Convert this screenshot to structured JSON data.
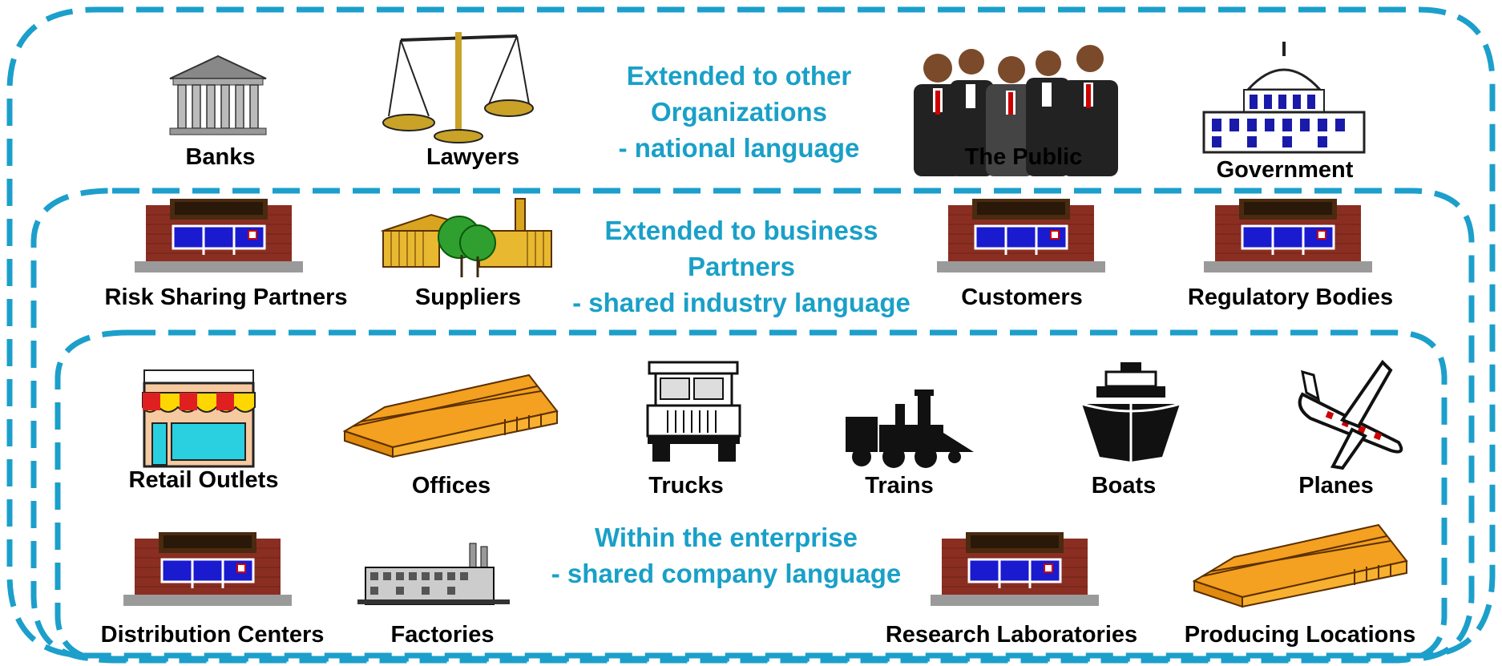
{
  "colors": {
    "dash": "#1c9fcb",
    "caption": "#19a0c8",
    "label": "#000000"
  },
  "tiers": {
    "outer": {
      "caption": [
        "Extended to other",
        "Organizations",
        "- national language"
      ],
      "items": [
        {
          "label": "Banks",
          "icon": "bank-icon"
        },
        {
          "label": "Lawyers",
          "icon": "scales-icon"
        },
        {
          "label": "The Public",
          "icon": "people-icon"
        },
        {
          "label": "Government",
          "icon": "capitol-icon"
        }
      ]
    },
    "middle": {
      "caption": [
        "Extended to business",
        "Partners",
        "- shared industry language"
      ],
      "items": [
        {
          "label": "Risk Sharing Partners",
          "icon": "storefront-icon"
        },
        {
          "label": "Suppliers",
          "icon": "factory-with-trees-icon"
        },
        {
          "label": "Customers",
          "icon": "storefront-icon"
        },
        {
          "label": "Regulatory Bodies",
          "icon": "storefront-icon"
        }
      ]
    },
    "inner": {
      "caption": [
        "Within the enterprise",
        "- shared company language"
      ],
      "items": [
        {
          "label": "Retail Outlets",
          "icon": "retail-awning-icon"
        },
        {
          "label": "Offices",
          "icon": "office-building-icon"
        },
        {
          "label": "Trucks",
          "icon": "truck-icon"
        },
        {
          "label": "Trains",
          "icon": "train-icon"
        },
        {
          "label": "Boats",
          "icon": "boat-icon"
        },
        {
          "label": "Planes",
          "icon": "plane-icon"
        },
        {
          "label": "Distribution Centers",
          "icon": "storefront-icon"
        },
        {
          "label": "Factories",
          "icon": "factory-icon"
        },
        {
          "label": "Research Laboratories",
          "icon": "storefront-icon"
        },
        {
          "label": "Producing Locations",
          "icon": "office-building-icon"
        }
      ]
    }
  }
}
